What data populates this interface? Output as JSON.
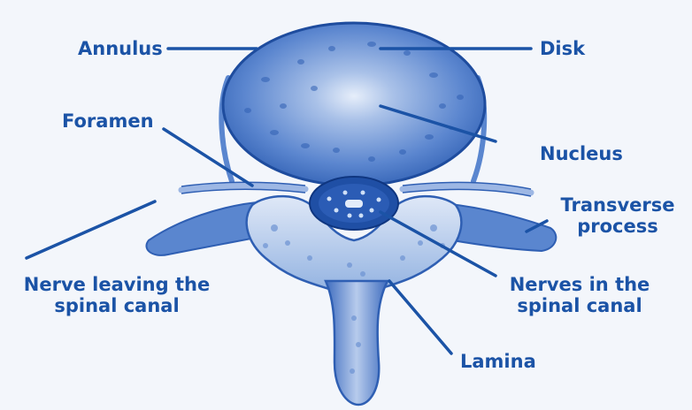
{
  "labels": {
    "annulus": "Annulus",
    "disk": "Disk",
    "foramen": "Foramen",
    "nucleus": "Nucleus",
    "transverse_line1": "Transverse",
    "transverse_line2": "process",
    "nerve_leaving_line1": "Nerve leaving the",
    "nerve_leaving_line2": "spinal canal",
    "nerves_in_line1": "Nerves in the",
    "nerves_in_line2": "spinal canal",
    "lamina": "Lamina"
  },
  "colors": {
    "label": "#1b53a6",
    "leader": "#1b53a6",
    "bone": "#4d7bc8",
    "bone_light": "#c3d4ef",
    "disk": "#4471c2",
    "nucleus": "#d5e2f6",
    "background": "#f3f6fb"
  }
}
